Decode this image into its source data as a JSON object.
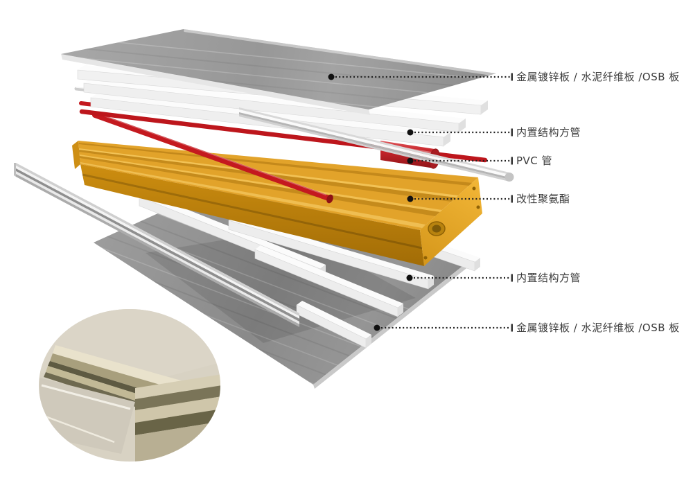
{
  "figure": {
    "background": "#ffffff",
    "labels": [
      {
        "id": "label-top-board",
        "text": "金属镀锌板 / 水泥纤维板 /OSB 板"
      },
      {
        "id": "label-upper-tube",
        "text": "内置结构方管"
      },
      {
        "id": "label-pvc-pipe",
        "text": "PVC 管"
      },
      {
        "id": "label-polyurethane",
        "text": "改性聚氨酯"
      },
      {
        "id": "label-lower-tube",
        "text": "内置结构方管"
      },
      {
        "id": "label-bottom-board",
        "text": "金属镀锌板 / 水泥纤维板 /OSB 板"
      }
    ],
    "colors": {
      "panel_gray": "#999999",
      "core_yellow": "#E2A32A",
      "core_front": "#C8860E",
      "pipe_red": "#C4191F",
      "tube_white": "#F2F2F2",
      "chrome": "#D9D9D9",
      "leader": "#1A1A1A",
      "label_text": "#3B3B3B"
    }
  }
}
